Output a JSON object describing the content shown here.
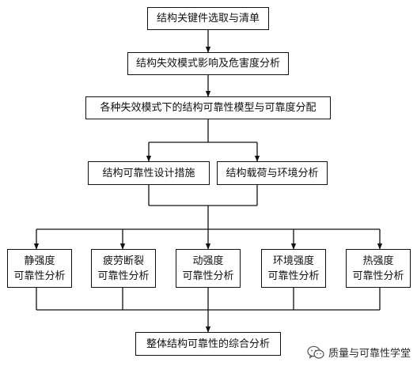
{
  "nodes": {
    "n1": "结构关键件选取与清单",
    "n2": "结构失效模式影响及危害度分析",
    "n3": "各种失效模式下的结构可靠性模型与可靠度分配",
    "n4": "结构可靠性设计措施",
    "n5": "结构载荷与环境分析",
    "s1": [
      "静强度",
      "可靠性分析"
    ],
    "s2": [
      "疲劳断裂",
      "可靠性分析"
    ],
    "s3": [
      "动强度",
      "可靠性分析"
    ],
    "s4": [
      "环境强度",
      "可靠性分析"
    ],
    "s5": [
      "热强度",
      "可靠性分析"
    ],
    "n6": "整体结构可靠性的综合分析"
  },
  "watermark": {
    "text": "质量与可靠性学堂",
    "icon": "wechat-icon"
  },
  "colors": {
    "line": "#111111",
    "background": "#ffffff"
  }
}
